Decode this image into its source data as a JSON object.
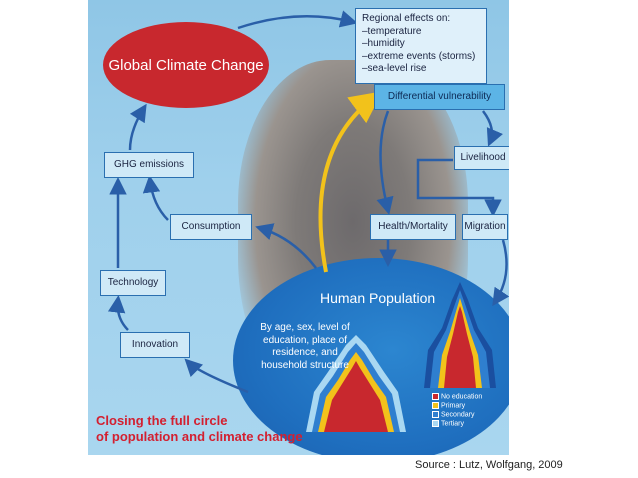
{
  "figure": {
    "global_climate_change": "Global Climate Change",
    "regional_effects": {
      "heading": "Regional effects on:",
      "items": [
        "–temperature",
        "–humidity",
        "–extreme events (storms)",
        "–sea-level rise"
      ]
    },
    "differential_vulnerability": "Differential vulnerability",
    "livelihood": "Livelihood",
    "health_mortality": "Health/Mortality",
    "migration": "Migration",
    "consumption": "Consumption",
    "ghg_emissions": "GHG emissions",
    "technology": "Technology",
    "innovation": "Innovation",
    "human_population": {
      "title": "Human Population",
      "description": "By age, sex, level of education, place of residence, and household structure"
    },
    "legend": [
      {
        "label": "No education",
        "color": "#c8282e"
      },
      {
        "label": "Primary",
        "color": "#f2c21b"
      },
      {
        "label": "Secondary",
        "color": "#2f7fcf"
      },
      {
        "label": "Tertiary",
        "color": "#a9d8f2"
      }
    ],
    "closing_line1": "Closing the full circle",
    "closing_line2": "of population and climate change"
  },
  "source": "Source : Lutz, Wolfgang, 2009",
  "colors": {
    "arrow": "#2a5fa8",
    "feedback_arrow": "#f2c21b",
    "global_fill": "#c8282e",
    "population_fill": "#1f6fbf",
    "closing_text": "#d32030"
  }
}
